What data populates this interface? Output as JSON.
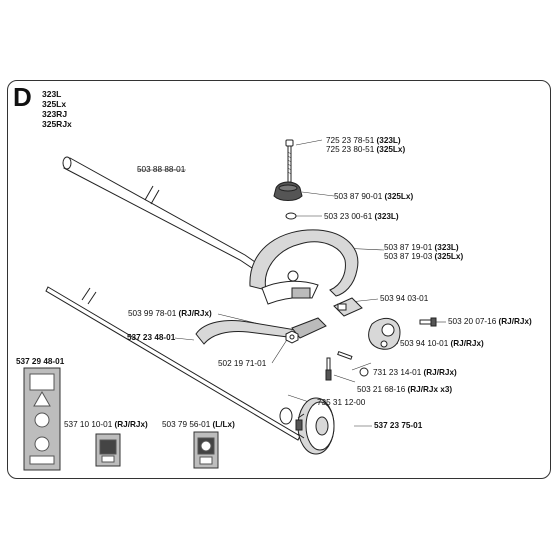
{
  "section": {
    "letter": "D"
  },
  "models": [
    "323L",
    "325Lx",
    "323RJ",
    "325RJx"
  ],
  "parts": [
    {
      "id": "bolt1",
      "number": "725 23 78-51",
      "qualifier": "(323L)"
    },
    {
      "id": "bolt2",
      "number": "725 23 80-51",
      "qualifier": "(325Lx)"
    },
    {
      "id": "tube",
      "number": "503 88 88-01",
      "qualifier": ""
    },
    {
      "id": "knob",
      "number": "503 87 90-01",
      "qualifier": "(325Lx)"
    },
    {
      "id": "washer",
      "number": "503 23 00-61",
      "qualifier": "(323L)"
    },
    {
      "id": "handle1",
      "number": "503 87 19-01",
      "qualifier": "(323L)"
    },
    {
      "id": "handle2",
      "number": "503 87 19-03",
      "qualifier": "(325Lx)"
    },
    {
      "id": "bracket",
      "number": "503 94 03-01",
      "qualifier": ""
    },
    {
      "id": "shield",
      "number": "503 99 78-01",
      "qualifier": "(RJ/RJx)"
    },
    {
      "id": "screw1",
      "number": "503 20 07-16",
      "qualifier": "(RJ/RJx)"
    },
    {
      "id": "shaft",
      "number": "537 23 48-01",
      "qualifier": ""
    },
    {
      "id": "clamp",
      "number": "503 94 10-01",
      "qualifier": "(RJ/RJx)"
    },
    {
      "id": "nut",
      "number": "502 19 71-01",
      "qualifier": ""
    },
    {
      "id": "nut2",
      "number": "731 23 14-01",
      "qualifier": "(RJ/RJx)"
    },
    {
      "id": "screw2",
      "number": "503 21 68-16",
      "qualifier": "(RJ/RJx x3)"
    },
    {
      "id": "ring",
      "number": "735 31 12-00",
      "qualifier": ""
    },
    {
      "id": "decal1",
      "number": "537 29 48-01",
      "qualifier": ""
    },
    {
      "id": "decal2",
      "number": "537 10 10-01",
      "qualifier": "(RJ/RJx)"
    },
    {
      "id": "decal3",
      "number": "503 79 56-01",
      "qualifier": "(L/Lx)"
    },
    {
      "id": "drum",
      "number": "537 23 75-01",
      "qualifier": ""
    }
  ],
  "colors": {
    "line": "#222222",
    "fill": "#ffffff",
    "shade": "#d8d8d8",
    "decal": "#bdbdbd"
  }
}
